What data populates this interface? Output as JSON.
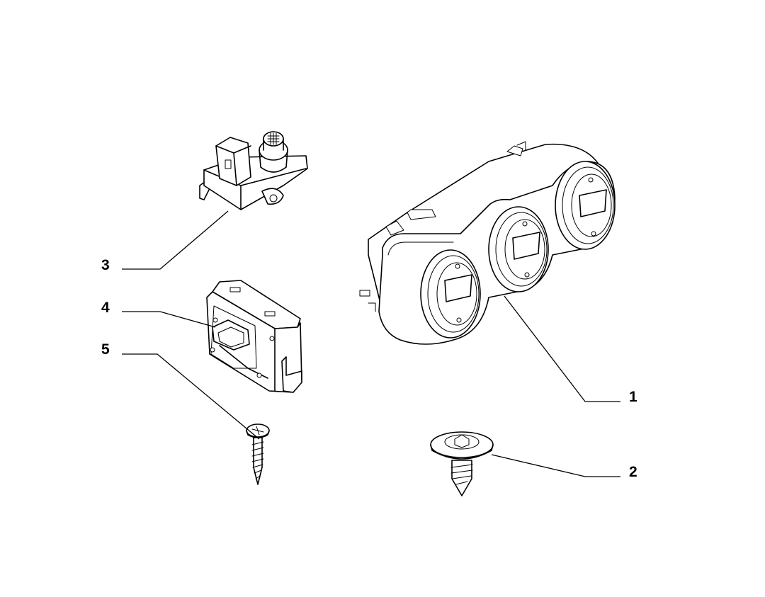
{
  "callouts": {
    "p1": "1",
    "p2": "2",
    "p3": "3",
    "p4": "4",
    "p5": "5"
  },
  "colors": {
    "line": "#000000",
    "background": "#ffffff"
  }
}
